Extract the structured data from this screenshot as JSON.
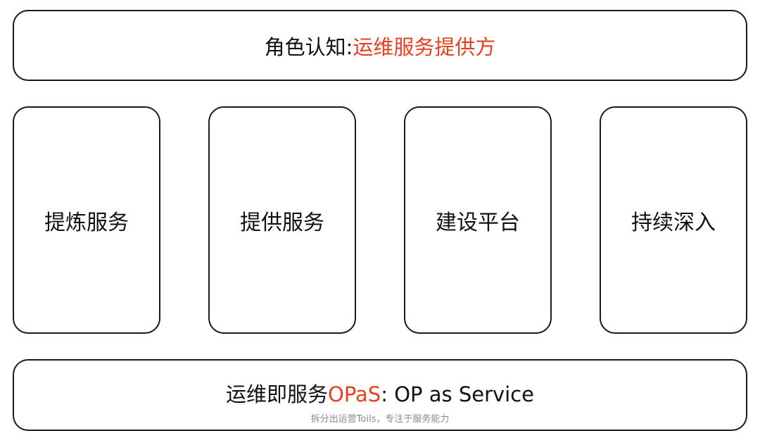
{
  "colors": {
    "accent": "#e8401f",
    "border": "#1a1a1a",
    "text": "#111111",
    "caption": "#8a8a8a"
  },
  "top_banner": {
    "label": "角色认知: ",
    "highlight": "运维服务提供方"
  },
  "pillars": [
    {
      "label": "提炼服务"
    },
    {
      "label": "提供服务"
    },
    {
      "label": "建设平台"
    },
    {
      "label": "持续深入"
    }
  ],
  "bottom_banner": {
    "label_prefix": "运维即服务",
    "highlight": "OPaS",
    "label_suffix": ": OP as Service",
    "caption": "拆分出运营Toils，专注于服务能力"
  }
}
